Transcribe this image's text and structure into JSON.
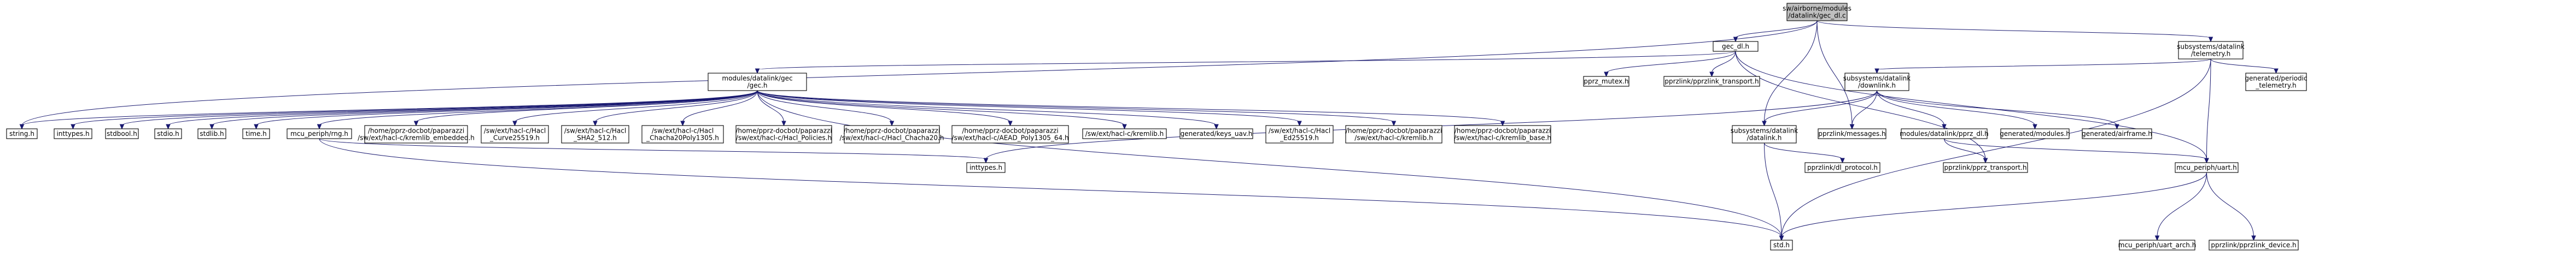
{
  "graph": {
    "nodes": [
      {
        "id": "root",
        "lines": [
          "sw/airborne/modules",
          "/datalink/gec_dl.c"
        ],
        "root": true
      },
      {
        "id": "gec_dl_h",
        "lines": [
          "gec_dl.h"
        ]
      },
      {
        "id": "telemetry_h",
        "lines": [
          "subsystems/datalink",
          "/telemetry.h"
        ]
      },
      {
        "id": "gec_h",
        "lines": [
          "modules/datalink/gec",
          "/gec.h"
        ]
      },
      {
        "id": "pprz_mutex_h",
        "lines": [
          "pprz_mutex.h"
        ]
      },
      {
        "id": "pprzlink_transport_h",
        "lines": [
          "pprzlink/pprzlink_transport.h"
        ]
      },
      {
        "id": "downlink_h",
        "lines": [
          "subsystems/datalink",
          "/downlink.h"
        ]
      },
      {
        "id": "periodic_telemetry_h",
        "lines": [
          "generated/periodic",
          "_telemetry.h"
        ]
      },
      {
        "id": "string_h",
        "lines": [
          "string.h"
        ]
      },
      {
        "id": "inttypes_h_a",
        "lines": [
          "inttypes.h"
        ]
      },
      {
        "id": "stdbool_h",
        "lines": [
          "stdbool.h"
        ]
      },
      {
        "id": "stdio_h",
        "lines": [
          "stdio.h"
        ]
      },
      {
        "id": "stdlib_h",
        "lines": [
          "stdlib.h"
        ]
      },
      {
        "id": "time_h",
        "lines": [
          "time.h"
        ]
      },
      {
        "id": "mcu_periph_rng_h",
        "lines": [
          "mcu_periph/rng.h"
        ]
      },
      {
        "id": "krml_embedded_h",
        "lines": [
          "/home/pprz-docbot/paparazzi",
          "/sw/ext/hacl-c/kremlib_embedded.h"
        ]
      },
      {
        "id": "curve25519_h",
        "lines": [
          "/sw/ext/hacl-c/Hacl",
          "_Curve25519.h"
        ]
      },
      {
        "id": "sha2_h",
        "lines": [
          "/sw/ext/hacl-c/Hacl",
          "_SHA2_512.h"
        ]
      },
      {
        "id": "chacha20poly_h",
        "lines": [
          "/sw/ext/hacl-c/Hacl",
          "_Chacha20Poly1305.h"
        ]
      },
      {
        "id": "policies_h",
        "lines": [
          "/home/pprz-docbot/paparazzi",
          "/sw/ext/hacl-c/Hacl_Policies.h"
        ]
      },
      {
        "id": "chacha20_h",
        "lines": [
          "/home/pprz-docbot/paparazzi",
          "/sw/ext/hacl-c/Hacl_Chacha20.h"
        ]
      },
      {
        "id": "aead_h",
        "lines": [
          "/home/pprz-docbot/paparazzi",
          "/sw/ext/hacl-c/AEAD_Poly1305_64.h"
        ]
      },
      {
        "id": "kremlib_h",
        "lines": [
          "/sw/ext/hacl-c/kremlib.h"
        ]
      },
      {
        "id": "keys_uav_h",
        "lines": [
          "generated/keys_uav.h"
        ]
      },
      {
        "id": "ed25519_h",
        "lines": [
          "/sw/ext/hacl-c/Hacl",
          "_Ed25519.h"
        ]
      },
      {
        "id": "kremlib_abs_h",
        "lines": [
          "/home/pprz-docbot/paparazzi",
          "/sw/ext/hacl-c/kremlib.h"
        ]
      },
      {
        "id": "kremlib_base_h",
        "lines": [
          "/home/pprz-docbot/paparazzi",
          "/sw/ext/hacl-c/kremlib_base.h"
        ]
      },
      {
        "id": "datalink_h",
        "lines": [
          "subsystems/datalink",
          "/datalink.h"
        ]
      },
      {
        "id": "messages_h",
        "lines": [
          "pprzlink/messages.h"
        ]
      },
      {
        "id": "pprz_dl_h",
        "lines": [
          "modules/datalink/pprz_dl.h"
        ]
      },
      {
        "id": "modules_h",
        "lines": [
          "generated/modules.h"
        ]
      },
      {
        "id": "airframe_h",
        "lines": [
          "generated/airframe.h"
        ]
      },
      {
        "id": "inttypes_h_b",
        "lines": [
          "inttypes.h"
        ]
      },
      {
        "id": "dl_protocol_h",
        "lines": [
          "pprzlink/dl_protocol.h"
        ]
      },
      {
        "id": "pprz_transport_h",
        "lines": [
          "pprzlink/pprz_transport.h"
        ]
      },
      {
        "id": "uart_h",
        "lines": [
          "mcu_periph/uart.h"
        ]
      },
      {
        "id": "std_h",
        "lines": [
          "std.h"
        ]
      },
      {
        "id": "uart_arch_h",
        "lines": [
          "mcu_periph/uart_arch.h"
        ]
      },
      {
        "id": "pprzlink_device_h",
        "lines": [
          "pprzlink/pprzlink_device.h"
        ]
      }
    ],
    "edges": [
      [
        "root",
        "gec_dl_h"
      ],
      [
        "root",
        "telemetry_h"
      ],
      [
        "root",
        "string_h"
      ],
      [
        "root",
        "datalink_h"
      ],
      [
        "root",
        "messages_h"
      ],
      [
        "gec_dl_h",
        "gec_h"
      ],
      [
        "gec_dl_h",
        "pprz_mutex_h"
      ],
      [
        "gec_dl_h",
        "pprzlink_transport_h"
      ],
      [
        "gec_dl_h",
        "pprz_transport_h"
      ],
      [
        "gec_dl_h",
        "uart_h"
      ],
      [
        "telemetry_h",
        "downlink_h"
      ],
      [
        "telemetry_h",
        "periodic_telemetry_h"
      ],
      [
        "telemetry_h",
        "uart_h"
      ],
      [
        "telemetry_h",
        "std_h"
      ],
      [
        "gec_h",
        "string_h"
      ],
      [
        "gec_h",
        "inttypes_h_a"
      ],
      [
        "gec_h",
        "stdbool_h"
      ],
      [
        "gec_h",
        "stdio_h"
      ],
      [
        "gec_h",
        "stdlib_h"
      ],
      [
        "gec_h",
        "time_h"
      ],
      [
        "gec_h",
        "mcu_periph_rng_h"
      ],
      [
        "gec_h",
        "krml_embedded_h"
      ],
      [
        "gec_h",
        "curve25519_h"
      ],
      [
        "gec_h",
        "sha2_h"
      ],
      [
        "gec_h",
        "chacha20poly_h"
      ],
      [
        "gec_h",
        "policies_h"
      ],
      [
        "gec_h",
        "chacha20_h"
      ],
      [
        "gec_h",
        "aead_h"
      ],
      [
        "gec_h",
        "kremlib_h"
      ],
      [
        "gec_h",
        "keys_uav_h"
      ],
      [
        "gec_h",
        "ed25519_h"
      ],
      [
        "gec_h",
        "kremlib_abs_h"
      ],
      [
        "gec_h",
        "kremlib_base_h"
      ],
      [
        "gec_h",
        "std_h"
      ],
      [
        "mcu_periph_rng_h",
        "inttypes_h_b"
      ],
      [
        "mcu_periph_rng_h",
        "std_h"
      ],
      [
        "downlink_h",
        "inttypes_h_b"
      ],
      [
        "downlink_h",
        "datalink_h"
      ],
      [
        "downlink_h",
        "messages_h"
      ],
      [
        "downlink_h",
        "pprz_dl_h"
      ],
      [
        "downlink_h",
        "modules_h"
      ],
      [
        "downlink_h",
        "airframe_h"
      ],
      [
        "datalink_h",
        "dl_protocol_h"
      ],
      [
        "datalink_h",
        "std_h"
      ],
      [
        "pprz_dl_h",
        "pprz_transport_h"
      ],
      [
        "pprz_dl_h",
        "uart_h"
      ],
      [
        "uart_h",
        "std_h"
      ],
      [
        "uart_h",
        "uart_arch_h"
      ],
      [
        "uart_h",
        "pprzlink_device_h"
      ]
    ]
  }
}
